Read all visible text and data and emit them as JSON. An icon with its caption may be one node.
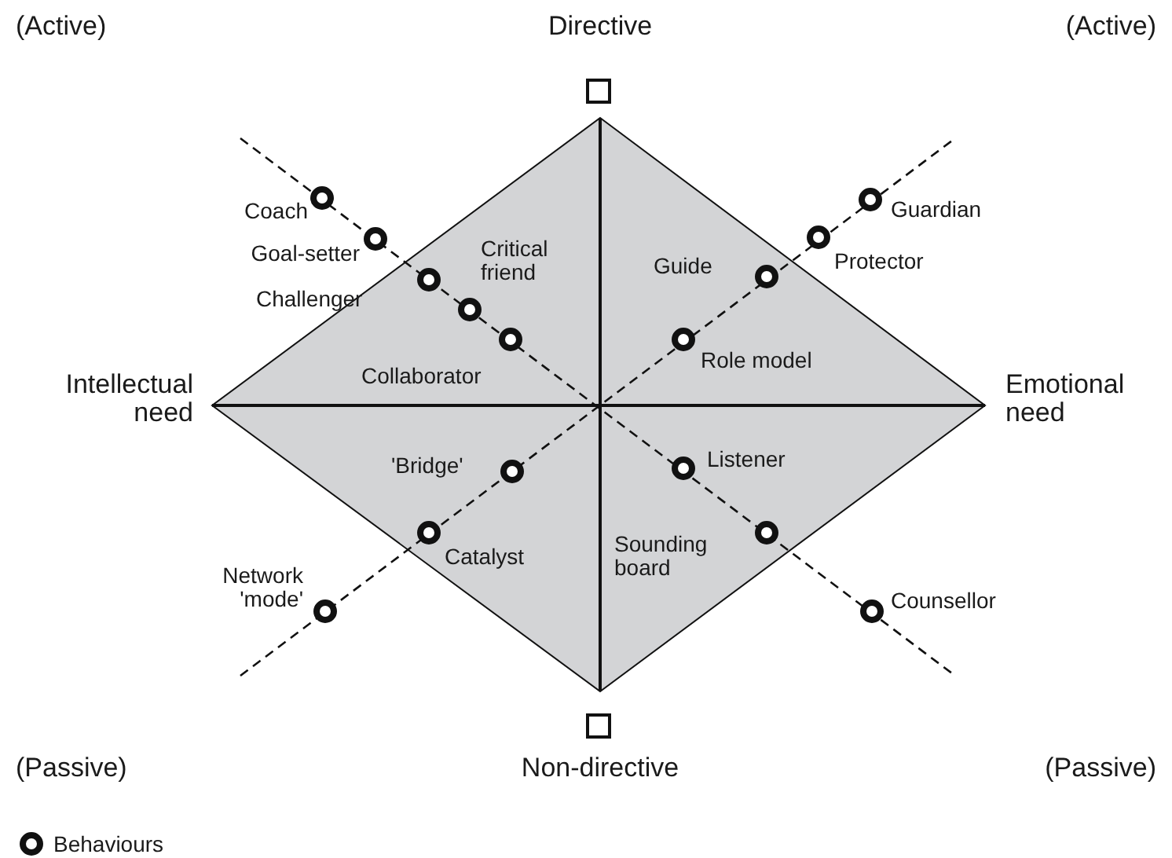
{
  "diagram": {
    "labels": [
      "(Active)",
      "Directive",
      "(Active)",
      "Coach",
      "Guardian",
      "Goal-setter",
      "Critical friend",
      "Guide",
      "Protector",
      "Challenger",
      "Intellectual need",
      "Collaborator",
      "Role model",
      "Emotional need",
      "'Bridge'",
      "Listener",
      "Catalyst",
      "Sounding board",
      "Network 'mode'",
      "Counsellor",
      "(Passive)",
      "Non-directive",
      "(Passive)"
    ],
    "legend": [
      {
        "text": "Behaviours"
      }
    ]
  }
}
